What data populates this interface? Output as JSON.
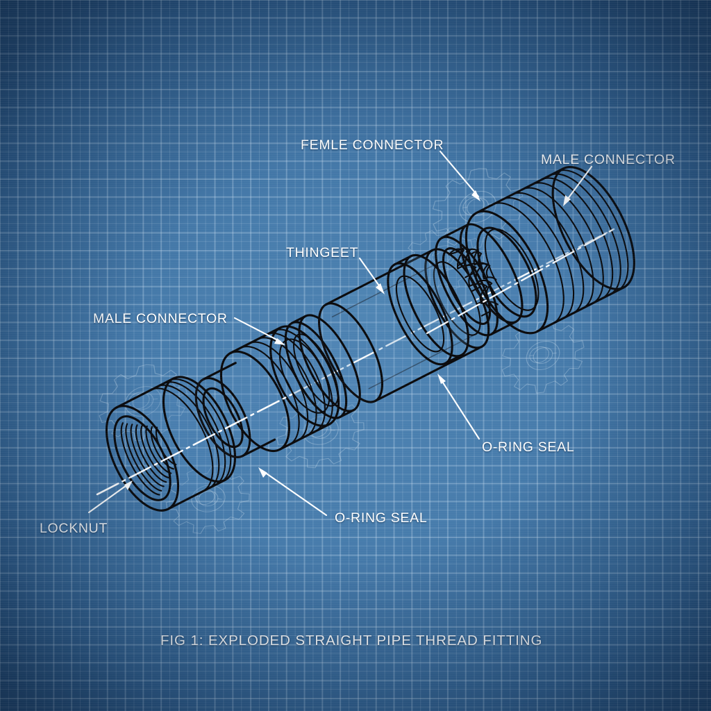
{
  "figure": {
    "caption": "FIG 1: EXPLODED STRAIGHT PIPE THREAD FITTING",
    "style": "blueprint",
    "background_color": "#3b72a6",
    "grid_color": "#cde1f2",
    "ink_color": "#0a0a0c",
    "label_color": "#ffffff",
    "ghost_color": "#dfeaf6"
  },
  "callouts": [
    {
      "id": "femle-connector",
      "label": "FEMLE CONNECTOR"
    },
    {
      "id": "male-connector-right",
      "label": "MALE CONNECTOR"
    },
    {
      "id": "thingeet",
      "label": "THINGEET"
    },
    {
      "id": "male-connector-left",
      "label": "MALE CONNECTOR"
    },
    {
      "id": "o-ring-seal-right",
      "label": "O-RING SEAL"
    },
    {
      "id": "o-ring-seal-left",
      "label": "O-RING SEAL"
    },
    {
      "id": "locknut",
      "label": "LOCKNUT"
    }
  ],
  "parts": [
    {
      "id": "locknut",
      "name": "LOCKNUT",
      "kind": "threaded-collar"
    },
    {
      "id": "male-connector-left",
      "name": "MALE CONNECTOR",
      "kind": "threaded-sleeve"
    },
    {
      "id": "o-ring-seal-left",
      "name": "O-RING SEAL",
      "kind": "ring"
    },
    {
      "id": "thingeet",
      "name": "THINGEET",
      "kind": "tube"
    },
    {
      "id": "o-ring-seal-right",
      "name": "O-RING SEAL",
      "kind": "ring"
    },
    {
      "id": "femle-connector",
      "name": "FEMLE CONNECTOR",
      "kind": "internally-threaded-ring"
    },
    {
      "id": "male-connector-right",
      "name": "MALE CONNECTOR",
      "kind": "threaded-sleeve"
    }
  ],
  "decorations": {
    "centerline": "dash-dot-axis",
    "ghost_gears": 4
  }
}
